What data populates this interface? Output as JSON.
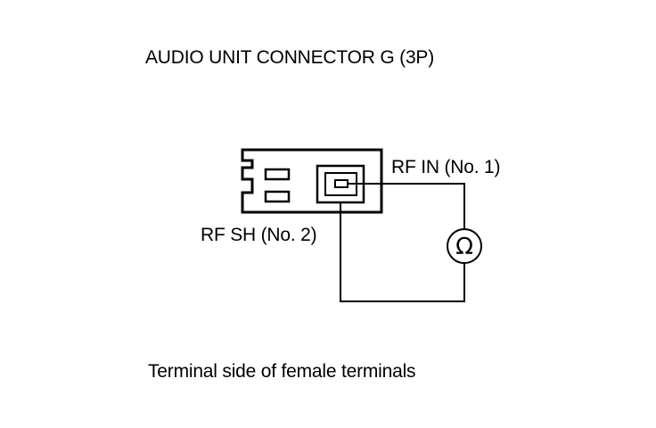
{
  "title": "AUDIO UNIT CONNECTOR G (3P)",
  "labels": {
    "rf_in": "RF IN (No. 1)",
    "rf_sh": "RF SH (No. 2)"
  },
  "meter_symbol": "Ω",
  "caption": "Terminal side of female terminals",
  "colors": {
    "ink": "#000000",
    "background": "#ffffff"
  }
}
